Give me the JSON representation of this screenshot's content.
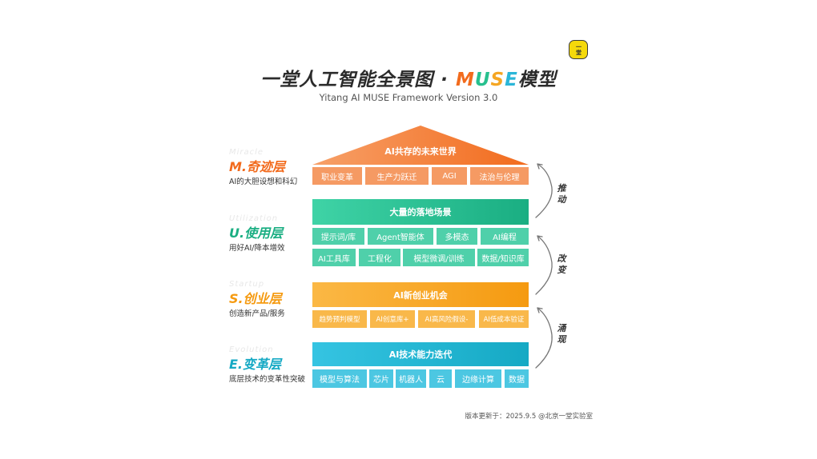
{
  "logo": {
    "text": "一堂"
  },
  "header": {
    "title_prefix": "一堂人工智能全景图 · ",
    "title_m": "M",
    "title_u": "U",
    "title_s": "S",
    "title_e": "E",
    "title_suffix": "模型",
    "subtitle": "Yitang AI MUSE Framework Version 3.0"
  },
  "colors": {
    "miracle": "#f26b1d",
    "use": "#1aae82",
    "startup": "#f59a10",
    "evolution": "#15a9c4"
  },
  "layers": {
    "miracle": {
      "en": "Miracle",
      "title": "M.奇迹层",
      "desc": "AI的大胆设想和科幻",
      "roof_label": "AI共存的未来世界",
      "items": [
        "职业变革",
        "生产力跃迁",
        "AGI",
        "法治与伦理"
      ]
    },
    "use": {
      "en": "Utilization",
      "title": "U.使用层",
      "desc": "用好AI/降本增效",
      "bar_label": "大量的落地场景",
      "items_row1": [
        "提示词/库",
        "Agent智能体",
        "多模态",
        "AI编程"
      ],
      "items_row2": [
        "AI工具库",
        "工程化",
        "模型微调/训练",
        "数据/知识库"
      ]
    },
    "startup": {
      "en": "Startup",
      "title": "S.创业层",
      "desc": "创造新产品/服务",
      "bar_label": "AI新创业机会",
      "items": [
        "趋势预判模型",
        "AI创意库+",
        "AI高风险假设-",
        "AI低成本验证"
      ]
    },
    "evolution": {
      "en": "Evolution",
      "title": "E.变革层",
      "desc": "底层技术的变革性突破",
      "bar_label": "AI技术能力迭代",
      "items": [
        "模型与算法",
        "芯片",
        "机器人",
        "云",
        "边缘计算",
        "数据"
      ]
    }
  },
  "arrows": [
    {
      "label": "推动"
    },
    {
      "label": "改变"
    },
    {
      "label": "涌现"
    }
  ],
  "footer": {
    "text": "版本更新于：2025.9.5 @北京一堂实验室"
  }
}
